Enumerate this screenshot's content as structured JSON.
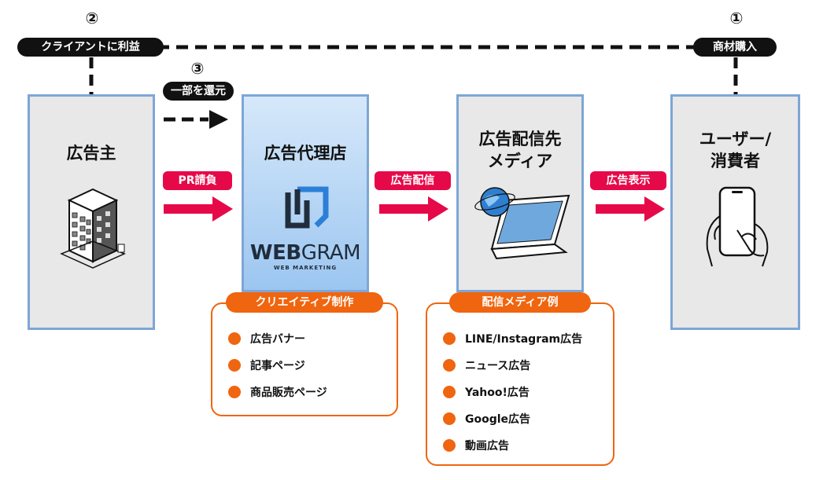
{
  "top_flow": {
    "step1_number": "①",
    "step1_label": "商材購入",
    "step2_number": "②",
    "step2_label": "クライアントに利益",
    "step3_number": "③",
    "step3_label": "一部を還元"
  },
  "nodes": {
    "advertiser": "広告主",
    "agency": "広告代理店",
    "media_line1": "広告配信先",
    "media_line2": "メディア",
    "consumer_line1": "ユーザー/",
    "consumer_line2": "消費者"
  },
  "arrows": {
    "pr": "PR請負",
    "delivery": "広告配信",
    "display": "広告表示"
  },
  "logo": {
    "text_web": "WEB",
    "text_gram": "GRAM",
    "subtitle": "WEB MARKETING"
  },
  "creative": {
    "title": "クリエイティブ制作",
    "items": [
      "広告バナー",
      "記事ページ",
      "商品販売ページ"
    ]
  },
  "media_examples": {
    "title": "配信メディア例",
    "items": [
      "LINE/Instagram広告",
      "ニュース広告",
      "Yahoo!広告",
      "Google広告",
      "動画広告"
    ]
  },
  "colors": {
    "box_border": "#7ea6d6",
    "arrow_red": "#e6094a",
    "accent_orange": "#f0650f",
    "black": "#111111"
  }
}
